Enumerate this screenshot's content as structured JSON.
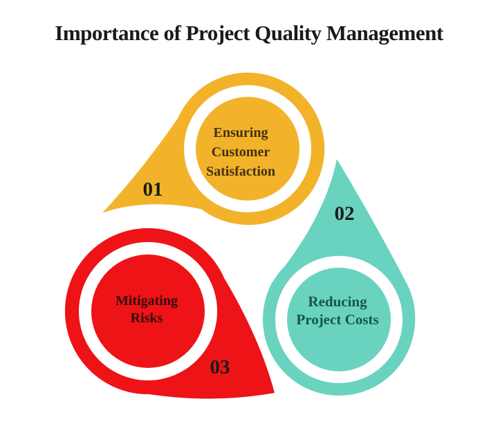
{
  "title": "Importance of Project Quality Management",
  "title_color": "#1a1a1a",
  "number_color": "#1b1b1b",
  "background": "#ffffff",
  "ring_color": "#ffffff",
  "items": [
    {
      "number": "01",
      "label": "Ensuring Customer Satisfaction",
      "lines": [
        "Ensuring",
        "Customer",
        "Satisfaction"
      ],
      "color": "#F2B32B",
      "text_color": "#42300F"
    },
    {
      "number": "02",
      "label": "Reducing Project Costs",
      "lines": [
        "Reducing",
        "Project Costs"
      ],
      "color": "#6AD3BF",
      "text_color": "#16564A"
    },
    {
      "number": "03",
      "label": "Mitigating Risks",
      "lines": [
        "Mitigating",
        "Risks"
      ],
      "color": "#ED1317",
      "text_color": "#330D0D"
    }
  ]
}
